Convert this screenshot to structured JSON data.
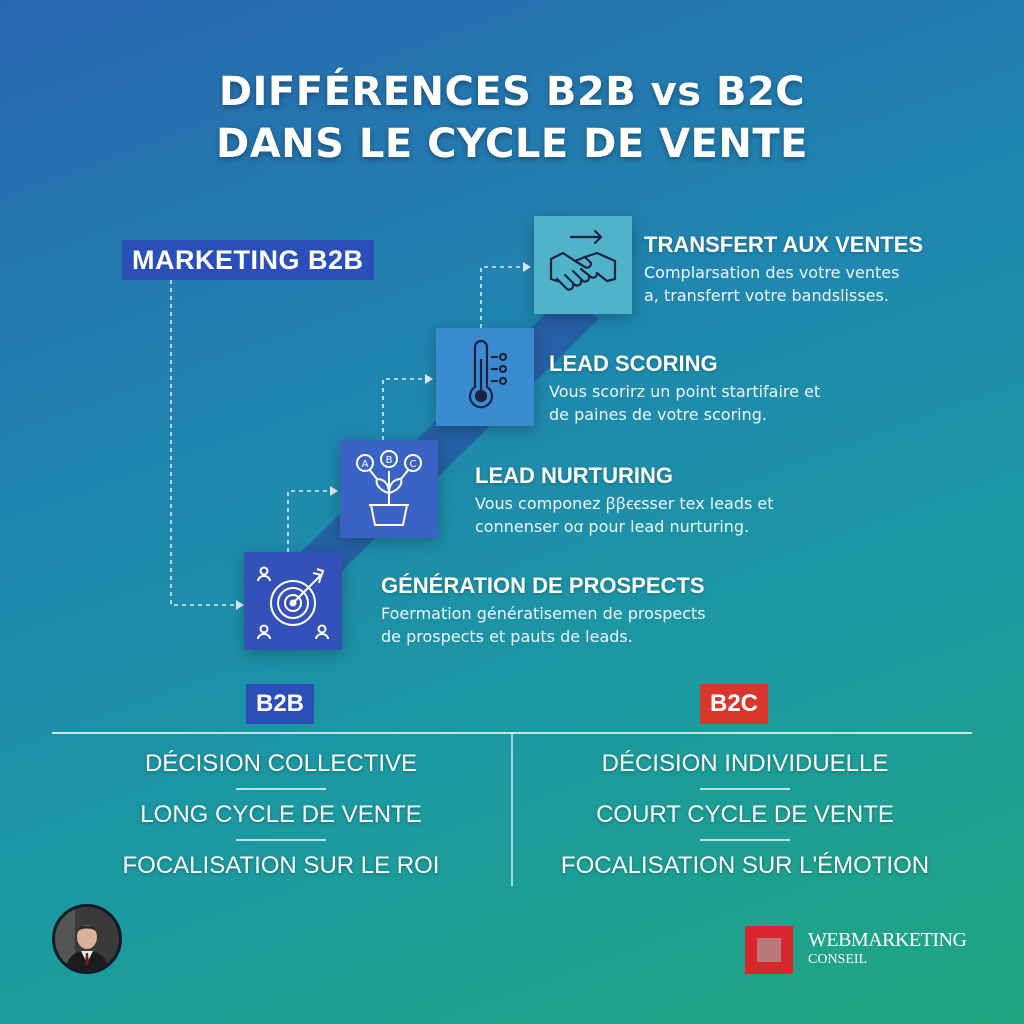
{
  "title": {
    "line1": "DIFFÉRENCES B2B vs B2C",
    "line2": "DANS LE CYCLE DE VENTE"
  },
  "marketing_label": "MARKETING B2B",
  "steps": [
    {
      "title": "GÉNÉRATION DE PROSPECTS",
      "description": "Foermation génératisemen de prospects\nde prospects et pauts de leads.",
      "icon": "target-icon",
      "color": "#3450b9"
    },
    {
      "title": "LEAD NURTURING",
      "description": "Vous componez ꞵꞵꞓꞓsser tex leads et\nconnenser oꭤ pour lead nurturing.",
      "icon": "plant-icon",
      "color": "#3b63c6"
    },
    {
      "title": "LEAD SCORING",
      "description": "Vous scorirz un point startifaire et\nde paines de votre scoring.",
      "icon": "thermometer-icon",
      "color": "#3a8bcf"
    },
    {
      "title": "TRANSFERT AUX VENTES",
      "description": "Complarsation des votre ventes\na, transferrt votre bandslisses.",
      "icon": "handshake-icon",
      "color": "#4fb3c9"
    }
  ],
  "comparison": {
    "b2b": {
      "label": "B2B",
      "color": "#2a4fb8",
      "items": [
        "DÉCISION COLLECTIVE",
        "LONG CYCLE DE VENTE",
        "FOCALISATION SUR LE ROI"
      ]
    },
    "b2c": {
      "label": "B2C",
      "color": "#d8372b",
      "items": [
        "DÉCISION INDIVIDUELLE",
        "COURT CYCLE DE VENTE",
        "FOCALISATION SUR L'ÉMOTION"
      ]
    }
  },
  "logo": {
    "line1": "WEBMARKETING",
    "line2": "CONSEIL",
    "color": "#d8262e"
  },
  "avatar_icon": "author-avatar"
}
